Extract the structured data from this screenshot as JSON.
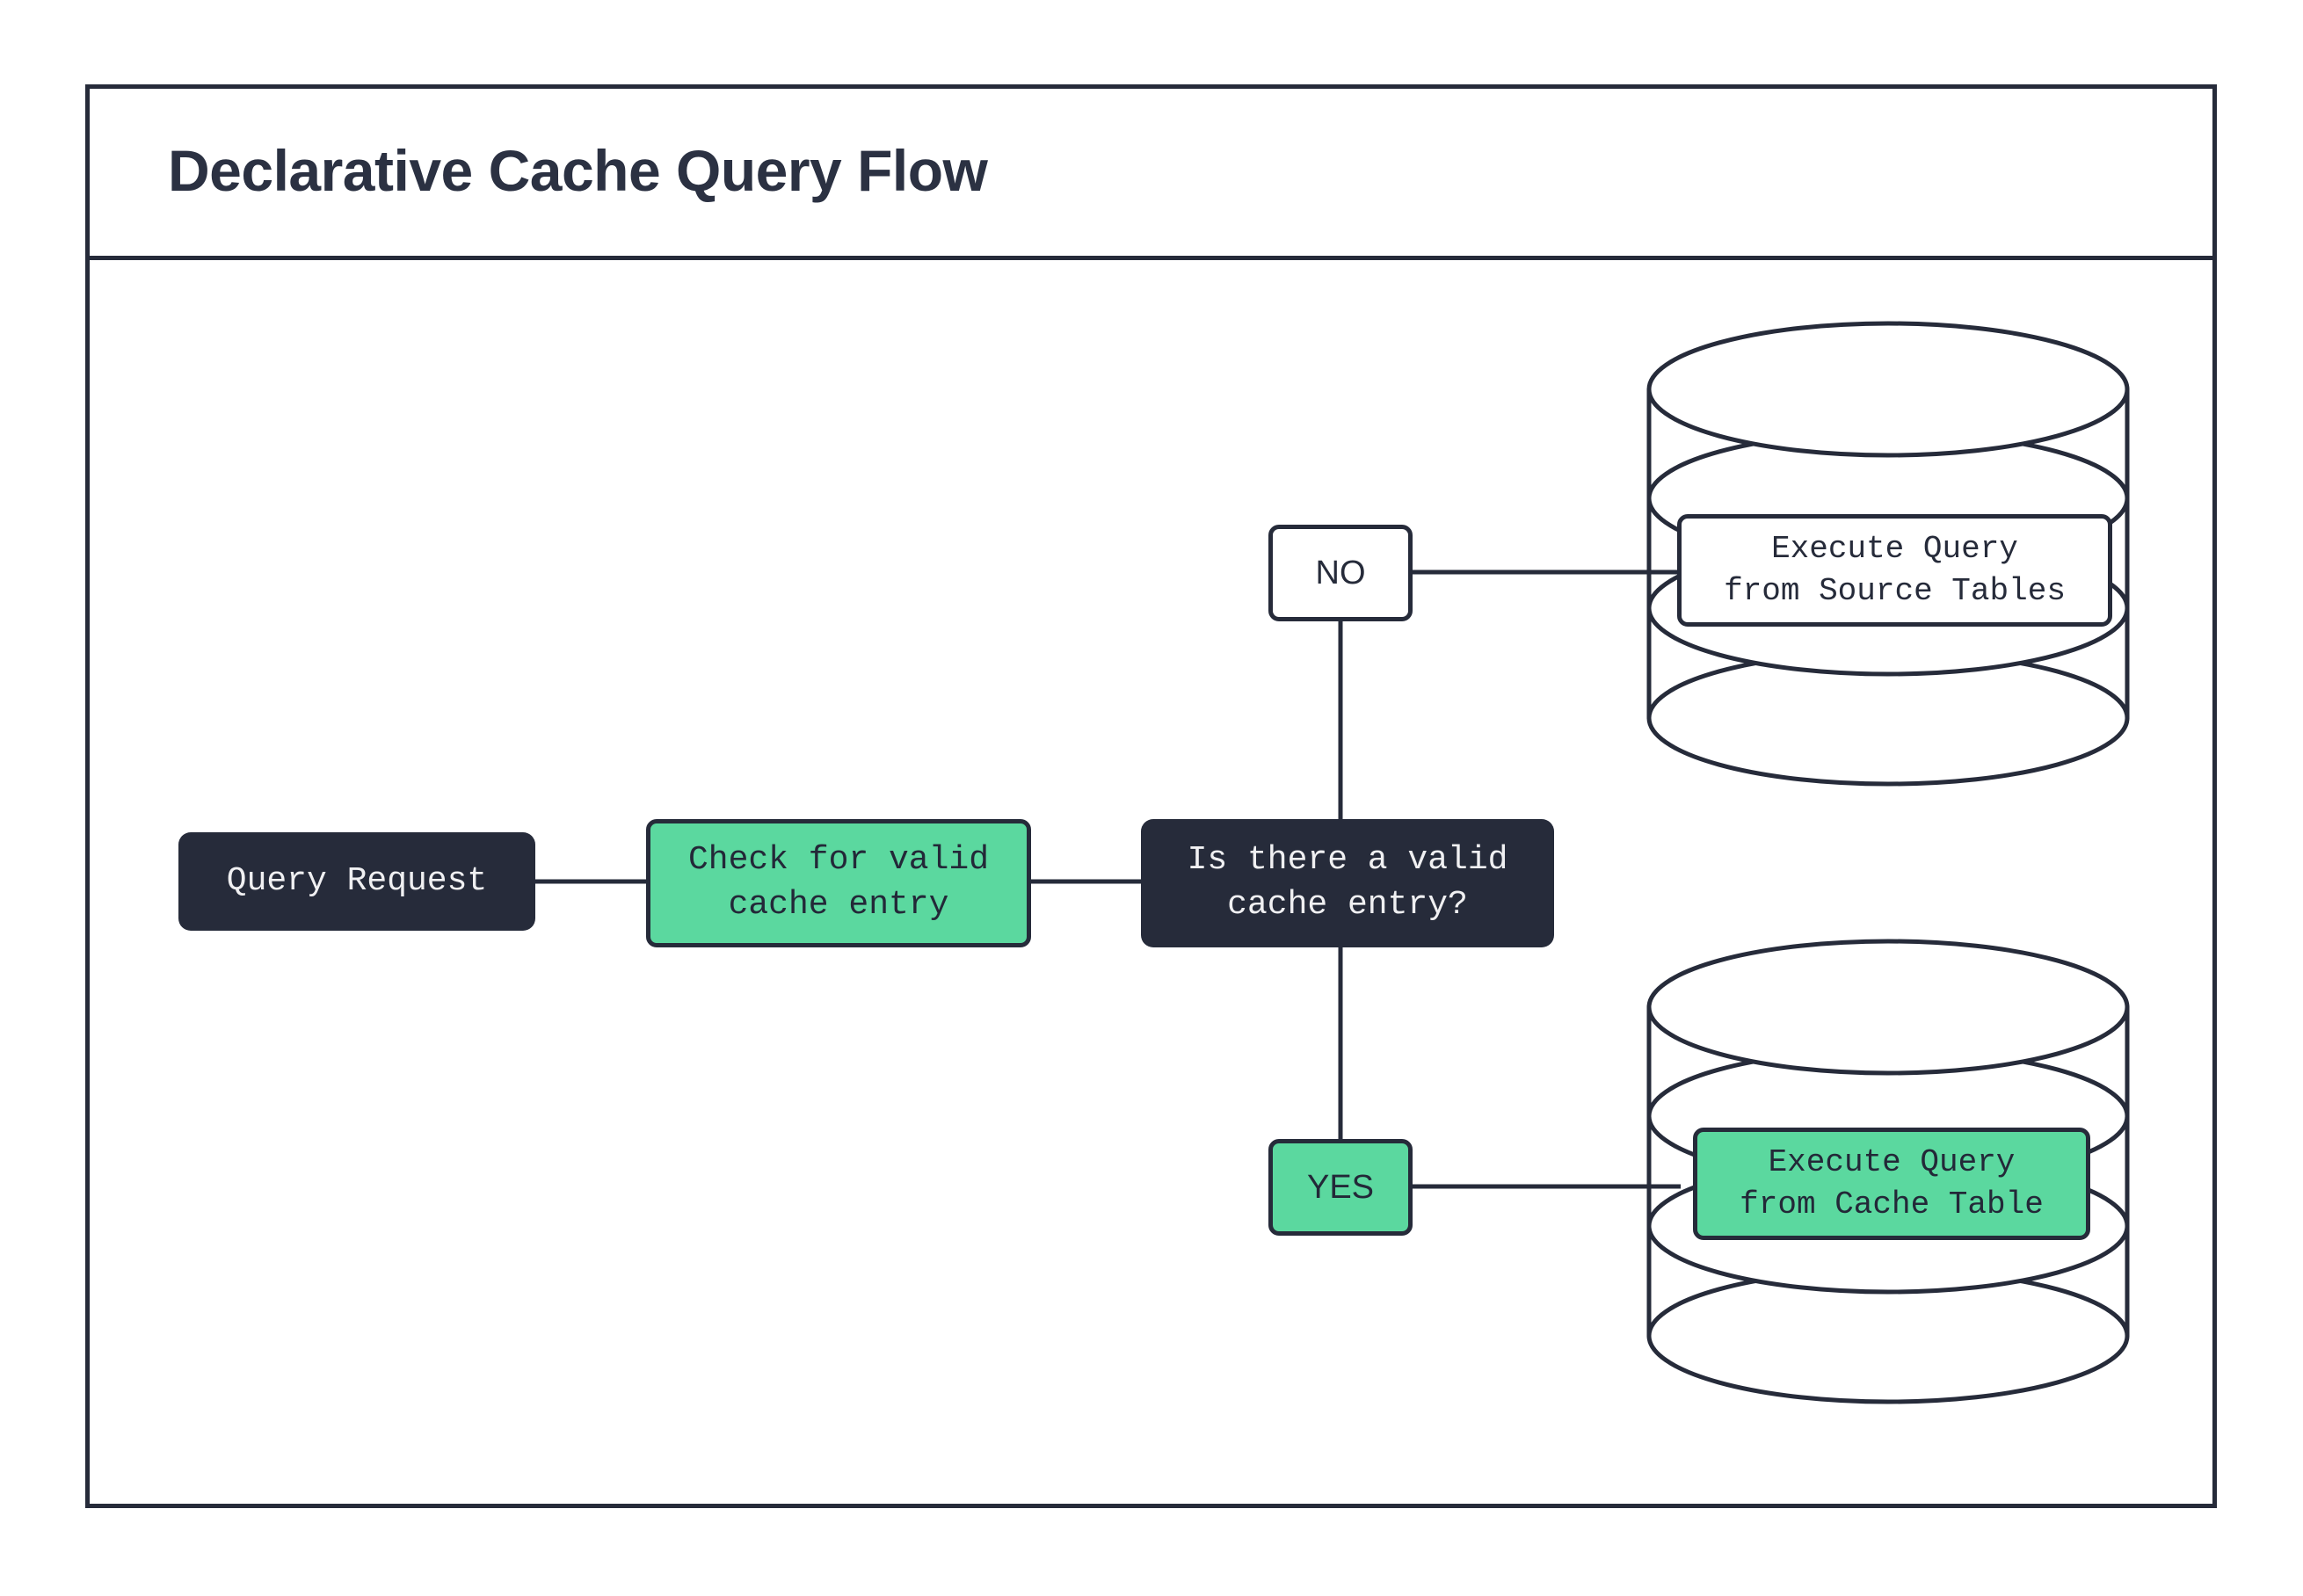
{
  "header": {
    "title": "Declarative Cache Query Flow"
  },
  "diagram": {
    "type": "flowchart",
    "nodes": [
      {
        "id": "query-request",
        "label": "Query Request",
        "shape": "rounded-rect",
        "style": "dark"
      },
      {
        "id": "check-cache",
        "label": "Check for valid\ncache entry",
        "shape": "rounded-rect",
        "style": "green"
      },
      {
        "id": "decision",
        "label": "Is there a valid\ncache entry?",
        "shape": "rounded-rect",
        "style": "dark"
      },
      {
        "id": "branch-no",
        "label": "NO",
        "shape": "rounded-rect",
        "style": "white"
      },
      {
        "id": "branch-yes",
        "label": "YES",
        "shape": "rounded-rect",
        "style": "green"
      },
      {
        "id": "exec-source",
        "label": "Execute Query\nfrom Source Tables",
        "shape": "rounded-rect",
        "style": "white"
      },
      {
        "id": "exec-cache",
        "label": "Execute Query\nfrom Cache Table",
        "shape": "rounded-rect",
        "style": "green"
      },
      {
        "id": "db-source",
        "label": "",
        "shape": "database",
        "style": "white"
      },
      {
        "id": "db-cache",
        "label": "",
        "shape": "database",
        "style": "white"
      }
    ],
    "edges": [
      {
        "from": "query-request",
        "to": "check-cache",
        "label": ""
      },
      {
        "from": "check-cache",
        "to": "decision",
        "label": ""
      },
      {
        "from": "decision",
        "to": "branch-no",
        "label": "NO"
      },
      {
        "from": "decision",
        "to": "branch-yes",
        "label": "YES"
      },
      {
        "from": "branch-no",
        "to": "db-source",
        "label": ""
      },
      {
        "from": "branch-yes",
        "to": "db-cache",
        "label": ""
      }
    ],
    "colors": {
      "ink": "#262b3a",
      "accent_green": "#5bd89f",
      "surface": "#ffffff",
      "dark_fill": "#262b3a",
      "dark_text": "#f0f0f2"
    }
  }
}
